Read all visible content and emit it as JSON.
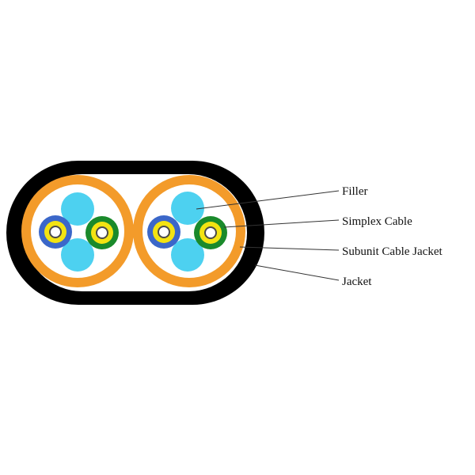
{
  "colors": {
    "background": "#ffffff",
    "jacket": "#000000",
    "subunit_jacket": "#f39b2a",
    "filler_space": "#ffffff",
    "filler_circle": "#4dd1f0",
    "simplex_blue_outer": "#3b67c9",
    "simplex_green_outer": "#1a8a2b",
    "simplex_ring_yellow": "#f3e312",
    "simplex_core_white": "#ffffff",
    "simplex_core_ring": "#4a4a4a",
    "leader_line": "#333333",
    "label_text": "#111111"
  },
  "labels": {
    "filler": "Filler",
    "simplex_cable": "Simplex Cable",
    "subunit_cable_jacket": "Subunit Cable Jacket",
    "jacket": "Jacket"
  },
  "icons": {
    "cable": "cable-cross-section-icon"
  }
}
